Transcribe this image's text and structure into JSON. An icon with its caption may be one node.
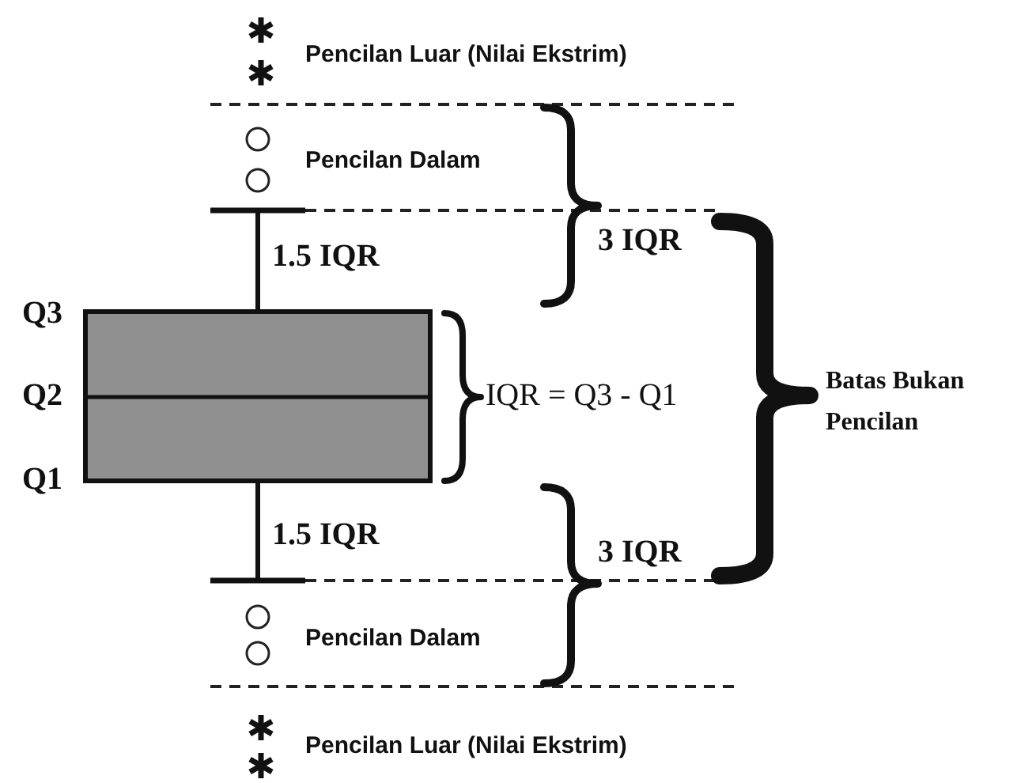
{
  "diagram": {
    "labels": [
      "Pencilan Luar (Nilai Ekstrim)",
      "Pencilan Dalam",
      "1.5 IQR",
      "3 IQR",
      "Q3",
      "Q2",
      "IQR = Q3 - Q1",
      "Batas Bukan Pencilan",
      "Q1",
      "1.5 IQR",
      "3 IQR",
      "Pencilan Dalam",
      "Pencilan Luar (Nilai Ekstrim)"
    ]
  }
}
